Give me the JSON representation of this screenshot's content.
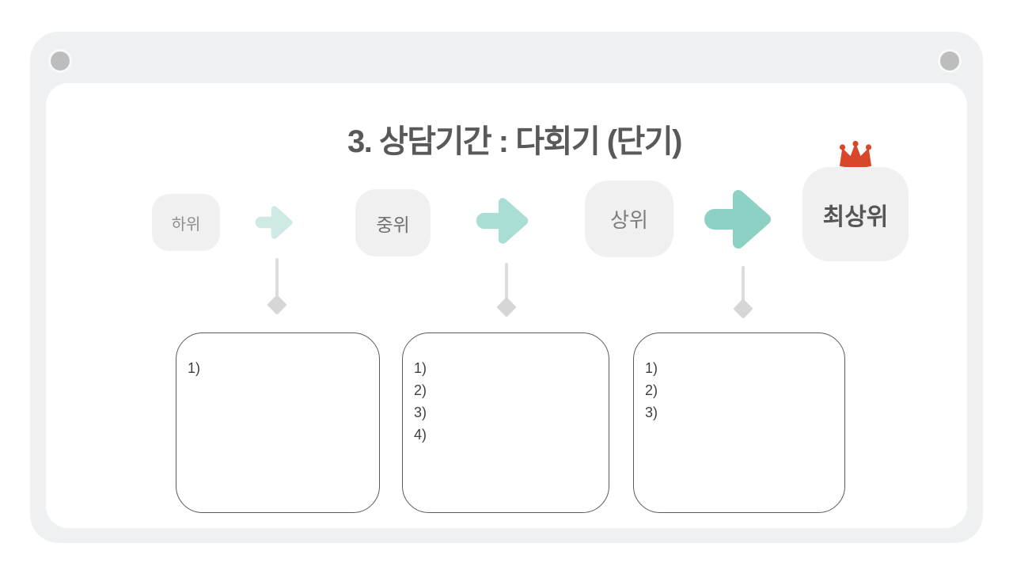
{
  "slide": {
    "title": "3. 상담기간 : 다회기 (단기)"
  },
  "stages": [
    {
      "label": "하위"
    },
    {
      "label": "중위"
    },
    {
      "label": "상위"
    },
    {
      "label": "최상위",
      "crowned": true
    }
  ],
  "boxes": [
    {
      "items": [
        "1)"
      ]
    },
    {
      "items": [
        "1)",
        "2)",
        "3)",
        "4)"
      ]
    },
    {
      "items": [
        "1)",
        "2)",
        "3)"
      ]
    }
  ],
  "icons": {
    "crown": "crown-icon",
    "arrows": [
      "arrow-right-small-icon",
      "arrow-right-medium-icon",
      "arrow-right-large-icon"
    ],
    "connectors": [
      "diamond-connector",
      "diamond-connector",
      "diamond-connector"
    ]
  },
  "colors": {
    "frame_bg": "#eef0f2",
    "panel_bg": "#ffffff",
    "stage_box_bg": "#f0f0f1",
    "arrow_small": "#cfeae4",
    "arrow_medium": "#a9ded4",
    "arrow_large": "#8dd1c5",
    "crown": "#d9472b",
    "connector": "#d9d9d9",
    "title_text": "#595959",
    "corner_dot": "#bdbdbd",
    "content_box_border": "#595959"
  }
}
